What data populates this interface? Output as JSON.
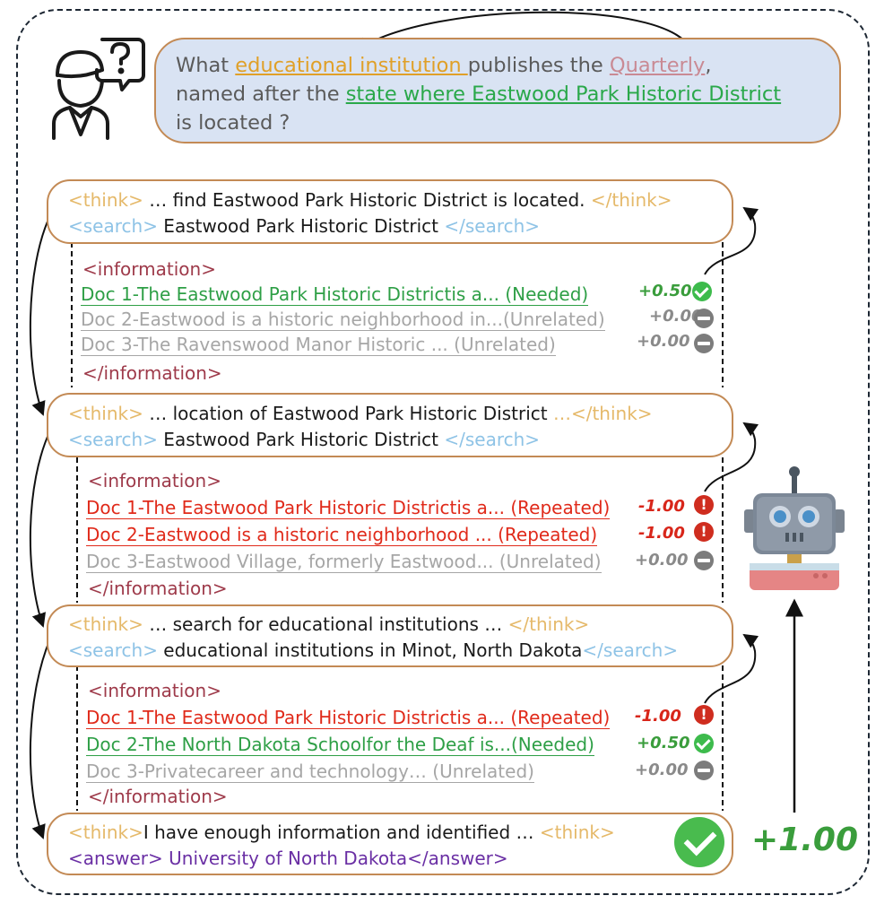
{
  "question": {
    "line1_pre": "What ",
    "entity_institution": "educational institution ",
    "line1_mid": "publishes the ",
    "entity_quarterly": "Quarterly",
    "line1_post": ",",
    "line2_pre": "named after the ",
    "entity_state": "state where Eastwood Park Historic District",
    "line3": "is located ?"
  },
  "tags": {
    "think_open": "<think>",
    "think_close": "</think>",
    "think_close_alt": "<think>",
    "search_open": "<search>",
    "search_close": "</search>",
    "info_open": "<information>",
    "info_close": "</information>",
    "answer_open": "<answer>",
    "answer_close": "</answer>"
  },
  "steps": [
    {
      "think": " … find Eastwood Park Historic District is located. ",
      "search": " Eastwood Park Historic District ",
      "docs": [
        {
          "text": "Doc 1-The Eastwood Park Historic Districtis a...  (Needed)",
          "score": "+0.50",
          "status": "check"
        },
        {
          "text": "Doc 2-Eastwood is a historic neighborhood in...(Unrelated)",
          "score": "+0.00",
          "status": "minus"
        },
        {
          "text": "Doc 3-The Ravenswood Manor Historic ...          (Unrelated)",
          "score": "+0.00",
          "status": "minus"
        }
      ]
    },
    {
      "think": " … location of Eastwood Park Historic District ",
      "think_tail": "…",
      "search": " Eastwood Park Historic District ",
      "docs": [
        {
          "text": "Doc 1-The Eastwood Park Historic Districtis a...   (Repeated)",
          "score": "-1.00",
          "status": "warn"
        },
        {
          "text": "Doc 2-Eastwood is a historic neighborhood ...   (Repeated)",
          "score": "-1.00",
          "status": "warn"
        },
        {
          "text": "Doc 3-Eastwood Village, formerly Eastwood...   (Unrelated)",
          "score": "+0.00",
          "status": "minus"
        }
      ]
    },
    {
      "think": " … search for educational institutions … ",
      "search": " educational institutions in Minot, North Dakota",
      "docs": [
        {
          "text": "Doc 1-The Eastwood Park Historic Districtis a...   (Repeated)",
          "score": "-1.00",
          "status": "warn"
        },
        {
          "text": "Doc 2-The North Dakota Schoolfor the Deaf is...(Needed)",
          "score": "+0.50",
          "status": "check"
        },
        {
          "text": "Doc 3-Privatecareer and technology…                 (Unrelated)",
          "score": "+0.00",
          "status": "minus"
        }
      ]
    }
  ],
  "final": {
    "think": "I have enough information and identified … ",
    "answer": " University of North Dakota",
    "reward": "+1.00"
  },
  "icons": {
    "user": "user-question-icon",
    "robot": "robot-icon",
    "check": "check-icon",
    "minus": "minus-icon",
    "warn": "warning-icon"
  },
  "colors": {
    "green": "#3a9d3c",
    "red": "#d8261a",
    "grey": "#8a8a8a",
    "box_border": "#c38a55",
    "question_bg": "#d9e3f3"
  }
}
